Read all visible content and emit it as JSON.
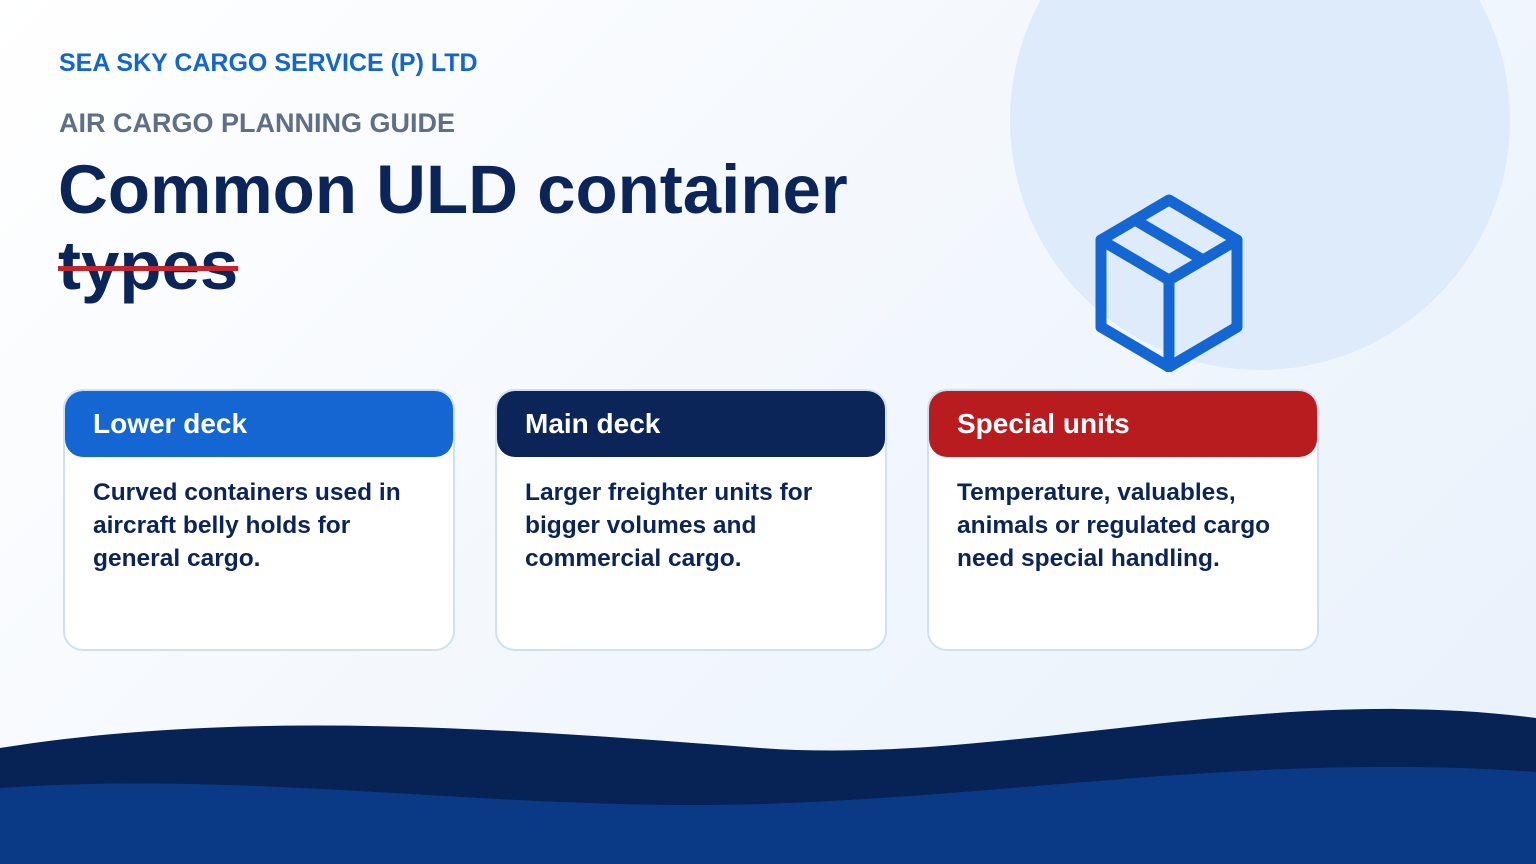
{
  "header": {
    "company": "SEA SKY CARGO SERVICE (P) LTD",
    "subtitle": "AIR CARGO PLANNING GUIDE",
    "title_main": "Common ULD container",
    "title_struck": "types"
  },
  "cards": [
    {
      "heading": "Lower deck",
      "body": "Curved containers used in aircraft belly holds for general cargo.",
      "color": "#1466d3"
    },
    {
      "heading": "Main deck",
      "body": "Larger freighter units for bigger volumes and commercial cargo.",
      "color": "#0b2558"
    },
    {
      "heading": "Special units",
      "body": "Temperature, valuables, animals or regulated cargo need special handling.",
      "color": "#b91c1f"
    }
  ],
  "icons": {
    "hero": "box-icon"
  },
  "colors": {
    "brand_blue": "#1466cc",
    "navy": "#0b2558",
    "red": "#b91c1f",
    "wave_dark": "#072255",
    "wave_mid": "#0a3a85"
  }
}
